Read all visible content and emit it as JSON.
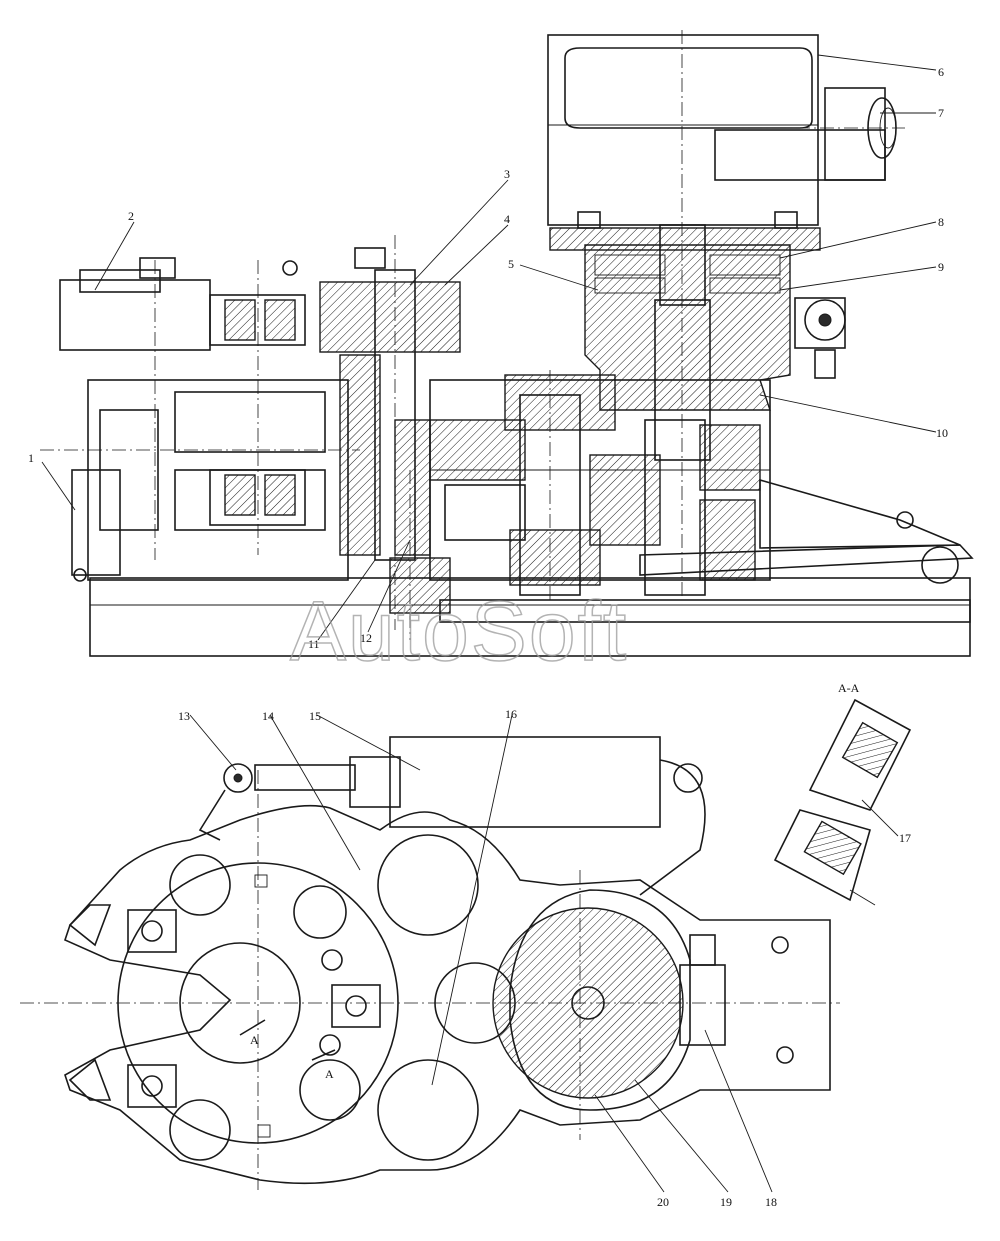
{
  "watermark": "AutoSoft",
  "section_label": "A-A",
  "section_marker": "A",
  "callouts": [
    "1",
    "2",
    "3",
    "4",
    "5",
    "6",
    "7",
    "8",
    "9",
    "10",
    "11",
    "12",
    "13",
    "14",
    "15",
    "16",
    "17",
    "18",
    "19",
    "20"
  ]
}
